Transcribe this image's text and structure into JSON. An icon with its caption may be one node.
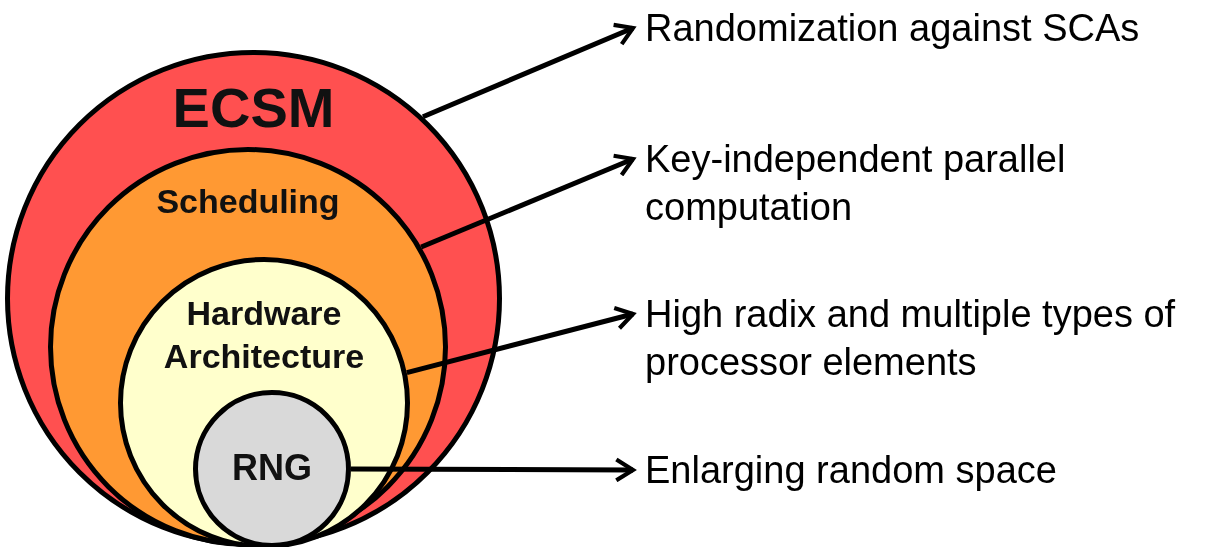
{
  "diagram": {
    "nodes": [
      {
        "text": [
          "ECSM"
        ]
      },
      {
        "text": [
          "Scheduling"
        ],
        "in": 0
      },
      {
        "text": [
          "Hardware Architecture"
        ],
        "in": 1
      },
      {
        "text": [
          "RNG"
        ],
        "in": 2
      },
      {
        "text": [
          "Randomization against SCAs"
        ]
      },
      {
        "text": [
          "Key-independent parallel computation"
        ]
      },
      {
        "text": [
          "High radix and multiple types of processor elements"
        ]
      },
      {
        "text": [
          "Enlarging random space"
        ]
      }
    ],
    "edges": [
      {
        "from": 0,
        "to": 4,
        "arrow": "to"
      },
      {
        "from": 1,
        "to": 5,
        "arrow": "to"
      },
      {
        "from": 2,
        "to": 6,
        "arrow": "to"
      },
      {
        "from": 3,
        "to": 7,
        "arrow": "to"
      }
    ]
  }
}
